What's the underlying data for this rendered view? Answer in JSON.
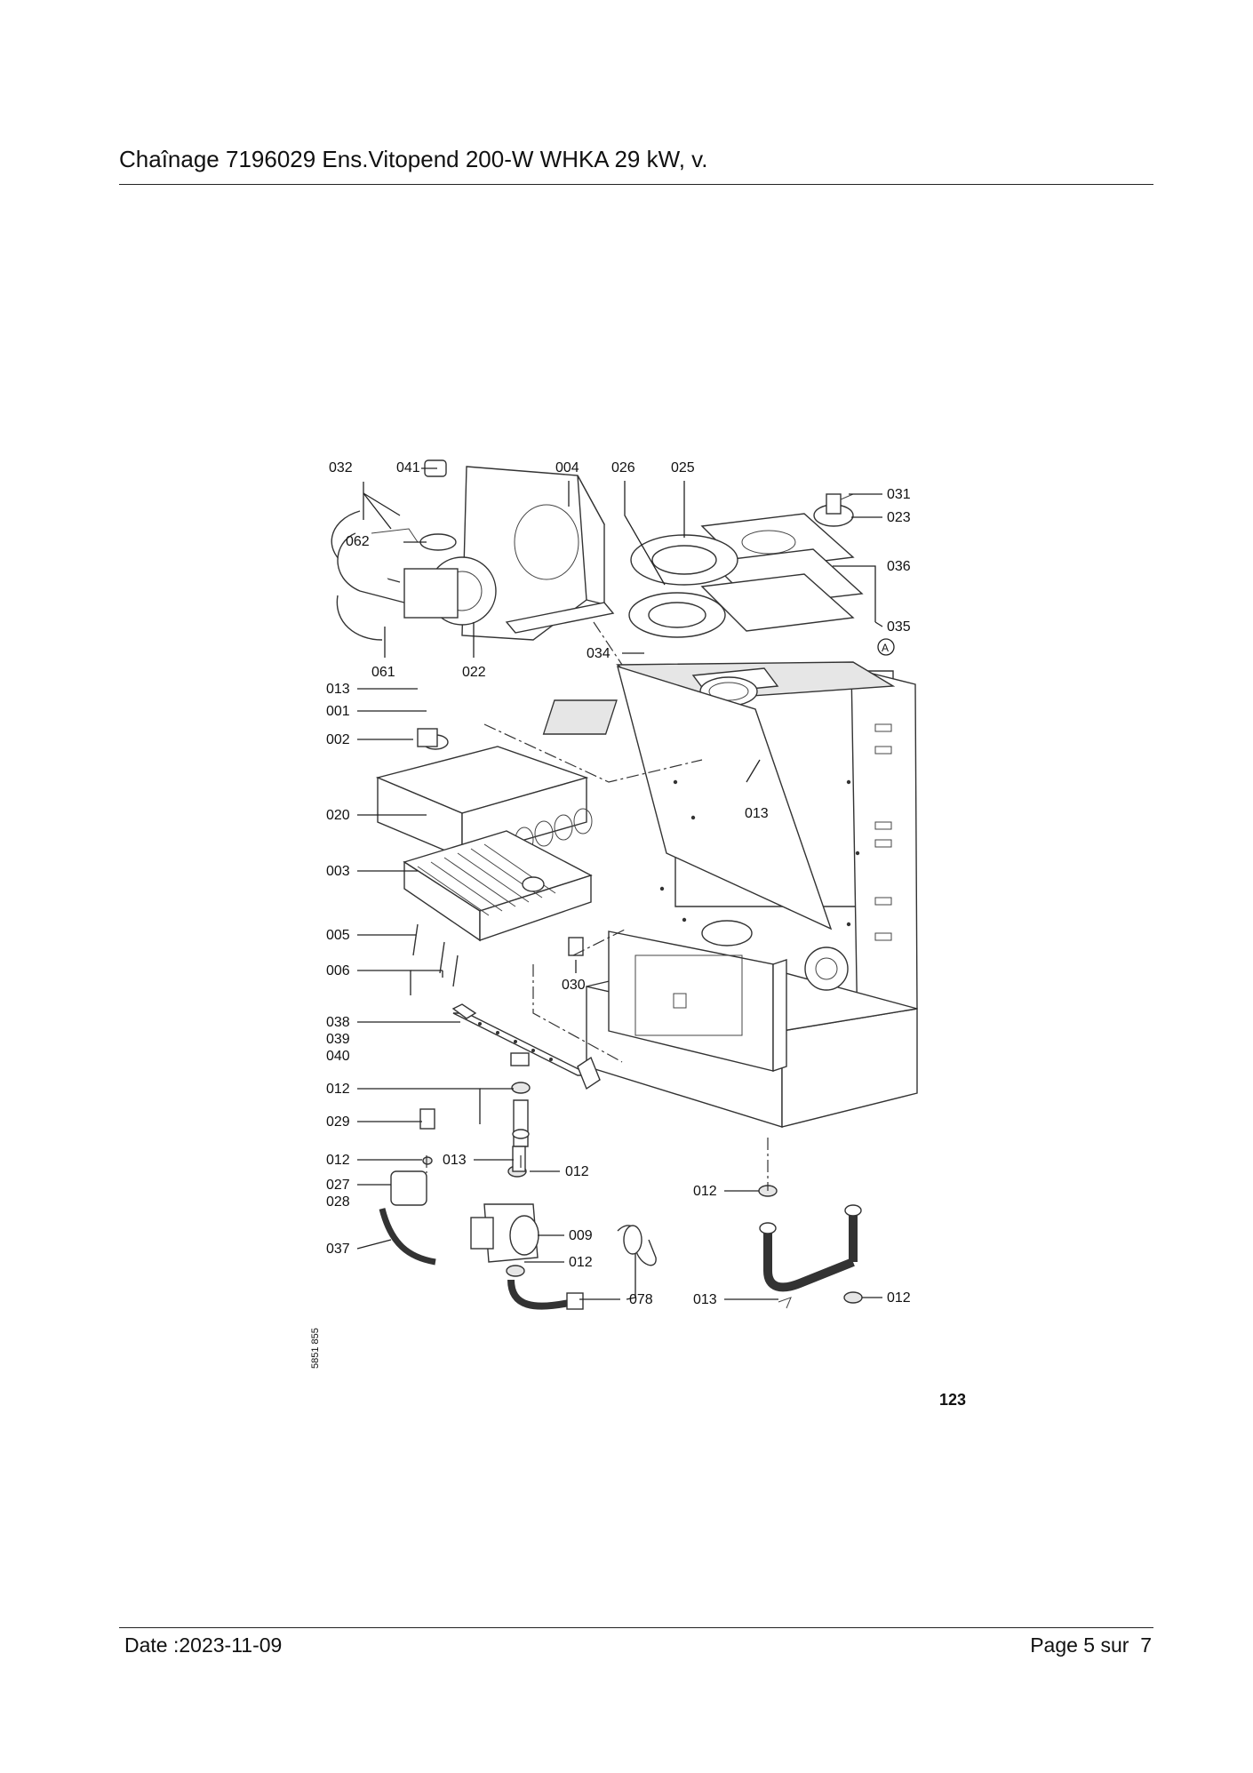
{
  "header": {
    "title": "Chaînage 7196029 Ens.Vitopend 200-W WHKA 29 kW, v."
  },
  "diagram": {
    "labels": {
      "l032": "032",
      "l041": "041",
      "l004": "004",
      "l026": "026",
      "l025": "025",
      "l031": "031",
      "l023": "023",
      "l062": "062",
      "l036": "036",
      "l035": "035",
      "l061": "061",
      "l022": "022",
      "l034": "034",
      "markerA": "A",
      "l013a": "013",
      "l001": "001",
      "l002": "002",
      "l013b": "013",
      "l020": "020",
      "l003": "003",
      "l005": "005",
      "l006": "006",
      "l030": "030",
      "l038": "038",
      "l039": "039",
      "l040": "040",
      "l012a": "012",
      "l029": "029",
      "l012b": "012",
      "l013c": "013",
      "l012c": "012",
      "l027": "027",
      "l028": "028",
      "l012d": "012",
      "l009": "009",
      "l037": "037",
      "l012e": "012",
      "l078": "078",
      "l013d": "013",
      "l012f": "012"
    },
    "side_code": "5851 855",
    "page_number": "123"
  },
  "footer": {
    "date": "Date :2023-11-09",
    "page": "Page 5 sur  7"
  }
}
